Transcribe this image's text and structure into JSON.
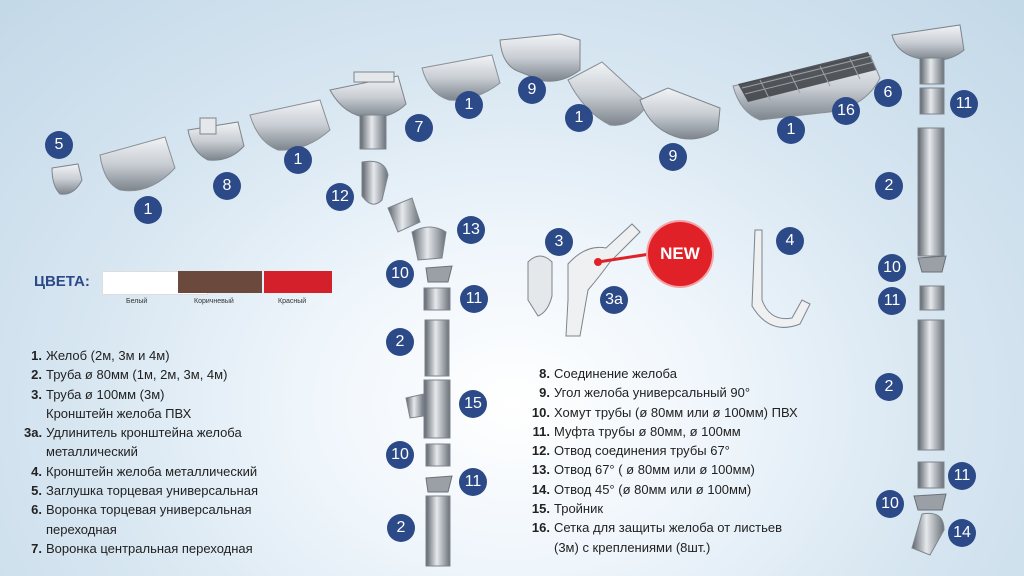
{
  "colors": {
    "badge": "#2c4a87",
    "gray_light": "#d7dbe0",
    "gray_dark": "#5a6068",
    "new_red": "#e02127"
  },
  "badges": [
    {
      "id": "b5",
      "text": "5"
    },
    {
      "id": "b1a",
      "text": "1"
    },
    {
      "id": "b8",
      "text": "8"
    },
    {
      "id": "b1b",
      "text": "1"
    },
    {
      "id": "b7",
      "text": "7"
    },
    {
      "id": "b1c",
      "text": "1"
    },
    {
      "id": "b9a",
      "text": "9"
    },
    {
      "id": "b1d",
      "text": "1"
    },
    {
      "id": "b9b",
      "text": "9"
    },
    {
      "id": "b1e",
      "text": "1"
    },
    {
      "id": "b16",
      "text": "16"
    },
    {
      "id": "b6",
      "text": "6"
    },
    {
      "id": "b11a",
      "text": "11"
    },
    {
      "id": "b2a",
      "text": "2"
    },
    {
      "id": "b10a",
      "text": "10"
    },
    {
      "id": "b11b",
      "text": "11"
    },
    {
      "id": "b2b",
      "text": "2"
    },
    {
      "id": "b11c",
      "text": "11"
    },
    {
      "id": "b10b",
      "text": "10"
    },
    {
      "id": "b14",
      "text": "14"
    },
    {
      "id": "b12",
      "text": "12"
    },
    {
      "id": "b13",
      "text": "13"
    },
    {
      "id": "b10c",
      "text": "10"
    },
    {
      "id": "b11d",
      "text": "11"
    },
    {
      "id": "b2c",
      "text": "2"
    },
    {
      "id": "b15",
      "text": "15"
    },
    {
      "id": "b10d",
      "text": "10"
    },
    {
      "id": "b11e",
      "text": "11"
    },
    {
      "id": "b2d",
      "text": "2"
    },
    {
      "id": "b3",
      "text": "3"
    },
    {
      "id": "b3a",
      "text": "3а"
    },
    {
      "id": "b4",
      "text": "4"
    }
  ],
  "new_label": "NEW",
  "legend": {
    "title": "ЦВЕТА:",
    "items": [
      {
        "label": "Белый",
        "color": "#ffffff"
      },
      {
        "label": "Коричневый",
        "color": "#6b4a3d"
      },
      {
        "label": "Красный",
        "color": "#d4202a"
      }
    ]
  },
  "list_left": [
    {
      "num": "1.",
      "text": "Желоб (2м, 3м и 4м)"
    },
    {
      "num": "2.",
      "text": "Труба ø 80мм (1м, 2м, 3м, 4м)"
    },
    {
      "num": "3.",
      "text": "Труба ø 100мм (3м)"
    },
    {
      "num": "",
      "text": "Кронштейн желоба ПВХ"
    },
    {
      "num": "3а.",
      "text": "Удлинитель кронштейна желоба"
    },
    {
      "num": "",
      "text": "металлический"
    },
    {
      "num": "4.",
      "text": "Кронштейн желоба металлический"
    },
    {
      "num": "5.",
      "text": "Заглушка торцевая универсальная"
    },
    {
      "num": "6.",
      "text": "Воронка торцевая универсальная"
    },
    {
      "num": "",
      "text": "переходная"
    },
    {
      "num": "7.",
      "text": "Воронка центральная переходная"
    }
  ],
  "list_right": [
    {
      "num": "8.",
      "text": "Соединение желоба"
    },
    {
      "num": "9.",
      "text": "Угол желоба универсальный 90°"
    },
    {
      "num": "10.",
      "text": "Хомут трубы (ø 80мм или ø 100мм) ПВХ"
    },
    {
      "num": "11.",
      "text": "Муфта трубы ø 80мм, ø 100мм"
    },
    {
      "num": "12.",
      "text": "Отвод соединения трубы 67°"
    },
    {
      "num": "13.",
      "text": "Отвод 67° ( ø 80мм или ø 100мм)"
    },
    {
      "num": "14.",
      "text": "Отвод 45° (ø 80мм или ø 100мм)"
    },
    {
      "num": "15.",
      "text": "Тройник"
    },
    {
      "num": "16.",
      "text": "Сетка для защиты желоба от листьев"
    },
    {
      "num": "",
      "text": "(3м) с креплениями (8шт.)"
    }
  ]
}
